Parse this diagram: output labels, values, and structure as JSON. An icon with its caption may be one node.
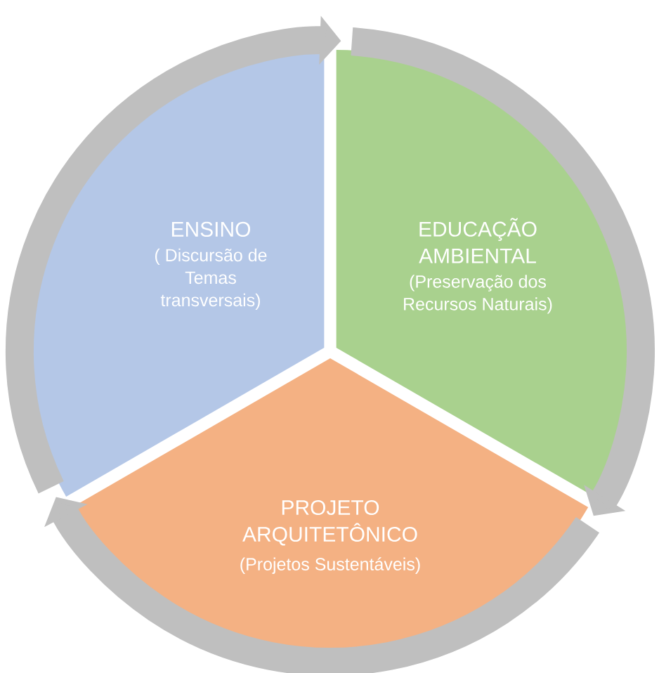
{
  "diagram": {
    "nodes": [
      {
        "text": [
          "ENSINO",
          "( Discursão de Temas transversais)"
        ]
      },
      {
        "text": [
          "EDUCAÇÃO AMBIENTAL",
          "(Preservação dos Recursos Naturais)"
        ]
      },
      {
        "text": [
          "PROJETO ARQUITETÔNICO",
          "(Projetos Sustentáveis)"
        ]
      }
    ],
    "edges": [
      {
        "from": 0,
        "to": 1,
        "arrow": "to"
      },
      {
        "from": 1,
        "to": 2,
        "arrow": "to"
      },
      {
        "from": 2,
        "to": 0,
        "arrow": "to"
      }
    ]
  }
}
